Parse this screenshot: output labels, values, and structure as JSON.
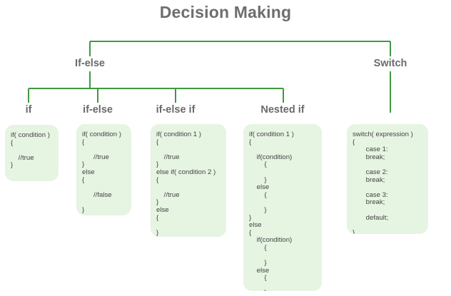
{
  "title": "Decision Making",
  "branches": {
    "if_else": {
      "label": "If-else"
    },
    "switch": {
      "label": "Switch"
    }
  },
  "nodes": [
    {
      "id": "if",
      "label": "if",
      "code": [
        "if( condition )",
        "{",
        "",
        "    //true",
        "}"
      ]
    },
    {
      "id": "if-else",
      "label": "if-else",
      "code": [
        "if( condition )",
        "{",
        "",
        "      //true",
        "}",
        "else",
        "{",
        "",
        "      //false",
        "",
        "}"
      ]
    },
    {
      "id": "if-else-if",
      "label": "if-else if",
      "code": [
        "if( condition 1 )",
        "{",
        "",
        "    //true",
        "}",
        "else if( condition 2 )",
        "{",
        "",
        "    //true",
        "}",
        "else",
        "{",
        "",
        "}"
      ]
    },
    {
      "id": "nested-if",
      "label": "Nested if",
      "code": [
        "if( condition 1 )",
        "{",
        "",
        "    if(condition)",
        "        {",
        "",
        "        }",
        "    else",
        "        {",
        "",
        "        }",
        "}",
        "else",
        "{",
        "    if(condition)",
        "        {",
        "",
        "        }",
        "    else",
        "        {",
        "",
        "        }",
        "}"
      ]
    },
    {
      "id": "switch",
      "label": "",
      "code": [
        "switch( expression )",
        "{",
        "       case 1:",
        "       break;",
        "",
        "       case 2:",
        "       break;",
        "",
        "       case 3:",
        "       break;",
        "",
        "       default;",
        "",
        "}"
      ]
    }
  ],
  "colors": {
    "connector": "#3f9a3f",
    "box": "#e6f4e2",
    "label": "#6a6a6a",
    "code": "#444444"
  }
}
